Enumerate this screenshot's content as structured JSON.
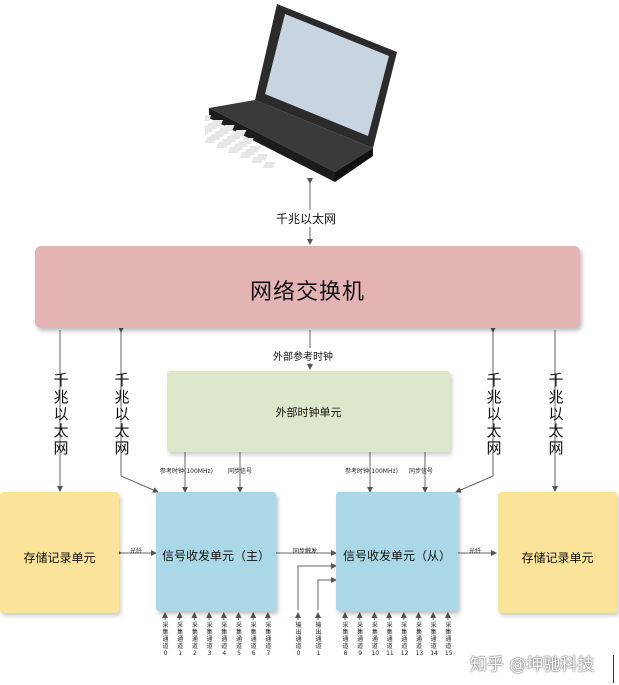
{
  "switch": {
    "label": "网络交换机"
  },
  "top_link": {
    "label": "千兆以太网"
  },
  "ext_clock": {
    "label": "外部时钟单元",
    "input_label": "外部参考时钟"
  },
  "eth_vertical": [
    "千兆以太网",
    "千兆以太网",
    "千兆以太网",
    "千兆以太网"
  ],
  "storage": [
    {
      "label": "存储记录单元"
    },
    {
      "label": "存储记录单元"
    }
  ],
  "signal": [
    {
      "label": "信号收发单元（主）"
    },
    {
      "label": "信号收发单元（从）"
    }
  ],
  "clock_lines": {
    "ref": "参考时钟(100MHz)",
    "sync": "同步信号"
  },
  "fiber": "光纤",
  "sync_trigger": "同步触发",
  "channels_master": [
    [
      "采",
      "集",
      "通",
      "道",
      "0"
    ],
    [
      "采",
      "集",
      "通",
      "道",
      "1"
    ],
    [
      "采",
      "集",
      "通",
      "道",
      "2"
    ],
    [
      "采",
      "集",
      "通",
      "道",
      "3"
    ],
    [
      "采",
      "集",
      "通",
      "道",
      "4"
    ],
    [
      "采",
      "集",
      "通",
      "道",
      "5"
    ],
    [
      "采",
      "集",
      "通",
      "道",
      "6"
    ],
    [
      "采",
      "集",
      "通",
      "道",
      "7"
    ]
  ],
  "channels_slave": [
    [
      "采",
      "集",
      "通",
      "道",
      "8"
    ],
    [
      "采",
      "集",
      "通",
      "道",
      "9"
    ],
    [
      "采",
      "集",
      "通",
      "道",
      "10"
    ],
    [
      "采",
      "集",
      "通",
      "道",
      "11"
    ],
    [
      "采",
      "集",
      "通",
      "道",
      "12"
    ],
    [
      "采",
      "集",
      "通",
      "道",
      "13"
    ],
    [
      "采",
      "集",
      "通",
      "道",
      "14"
    ],
    [
      "采",
      "集",
      "通",
      "道",
      "15"
    ]
  ],
  "extra_channels": [
    [
      "输",
      "出",
      "通",
      "道",
      "0"
    ],
    [
      "输",
      "出",
      "通",
      "道",
      "1"
    ]
  ],
  "watermark": "知乎 @坤驰科技",
  "colors": {
    "switch": "#e4b4b4",
    "clock": "#dde7c9",
    "storage": "#fbe39a",
    "signal": "#aad8e6"
  }
}
